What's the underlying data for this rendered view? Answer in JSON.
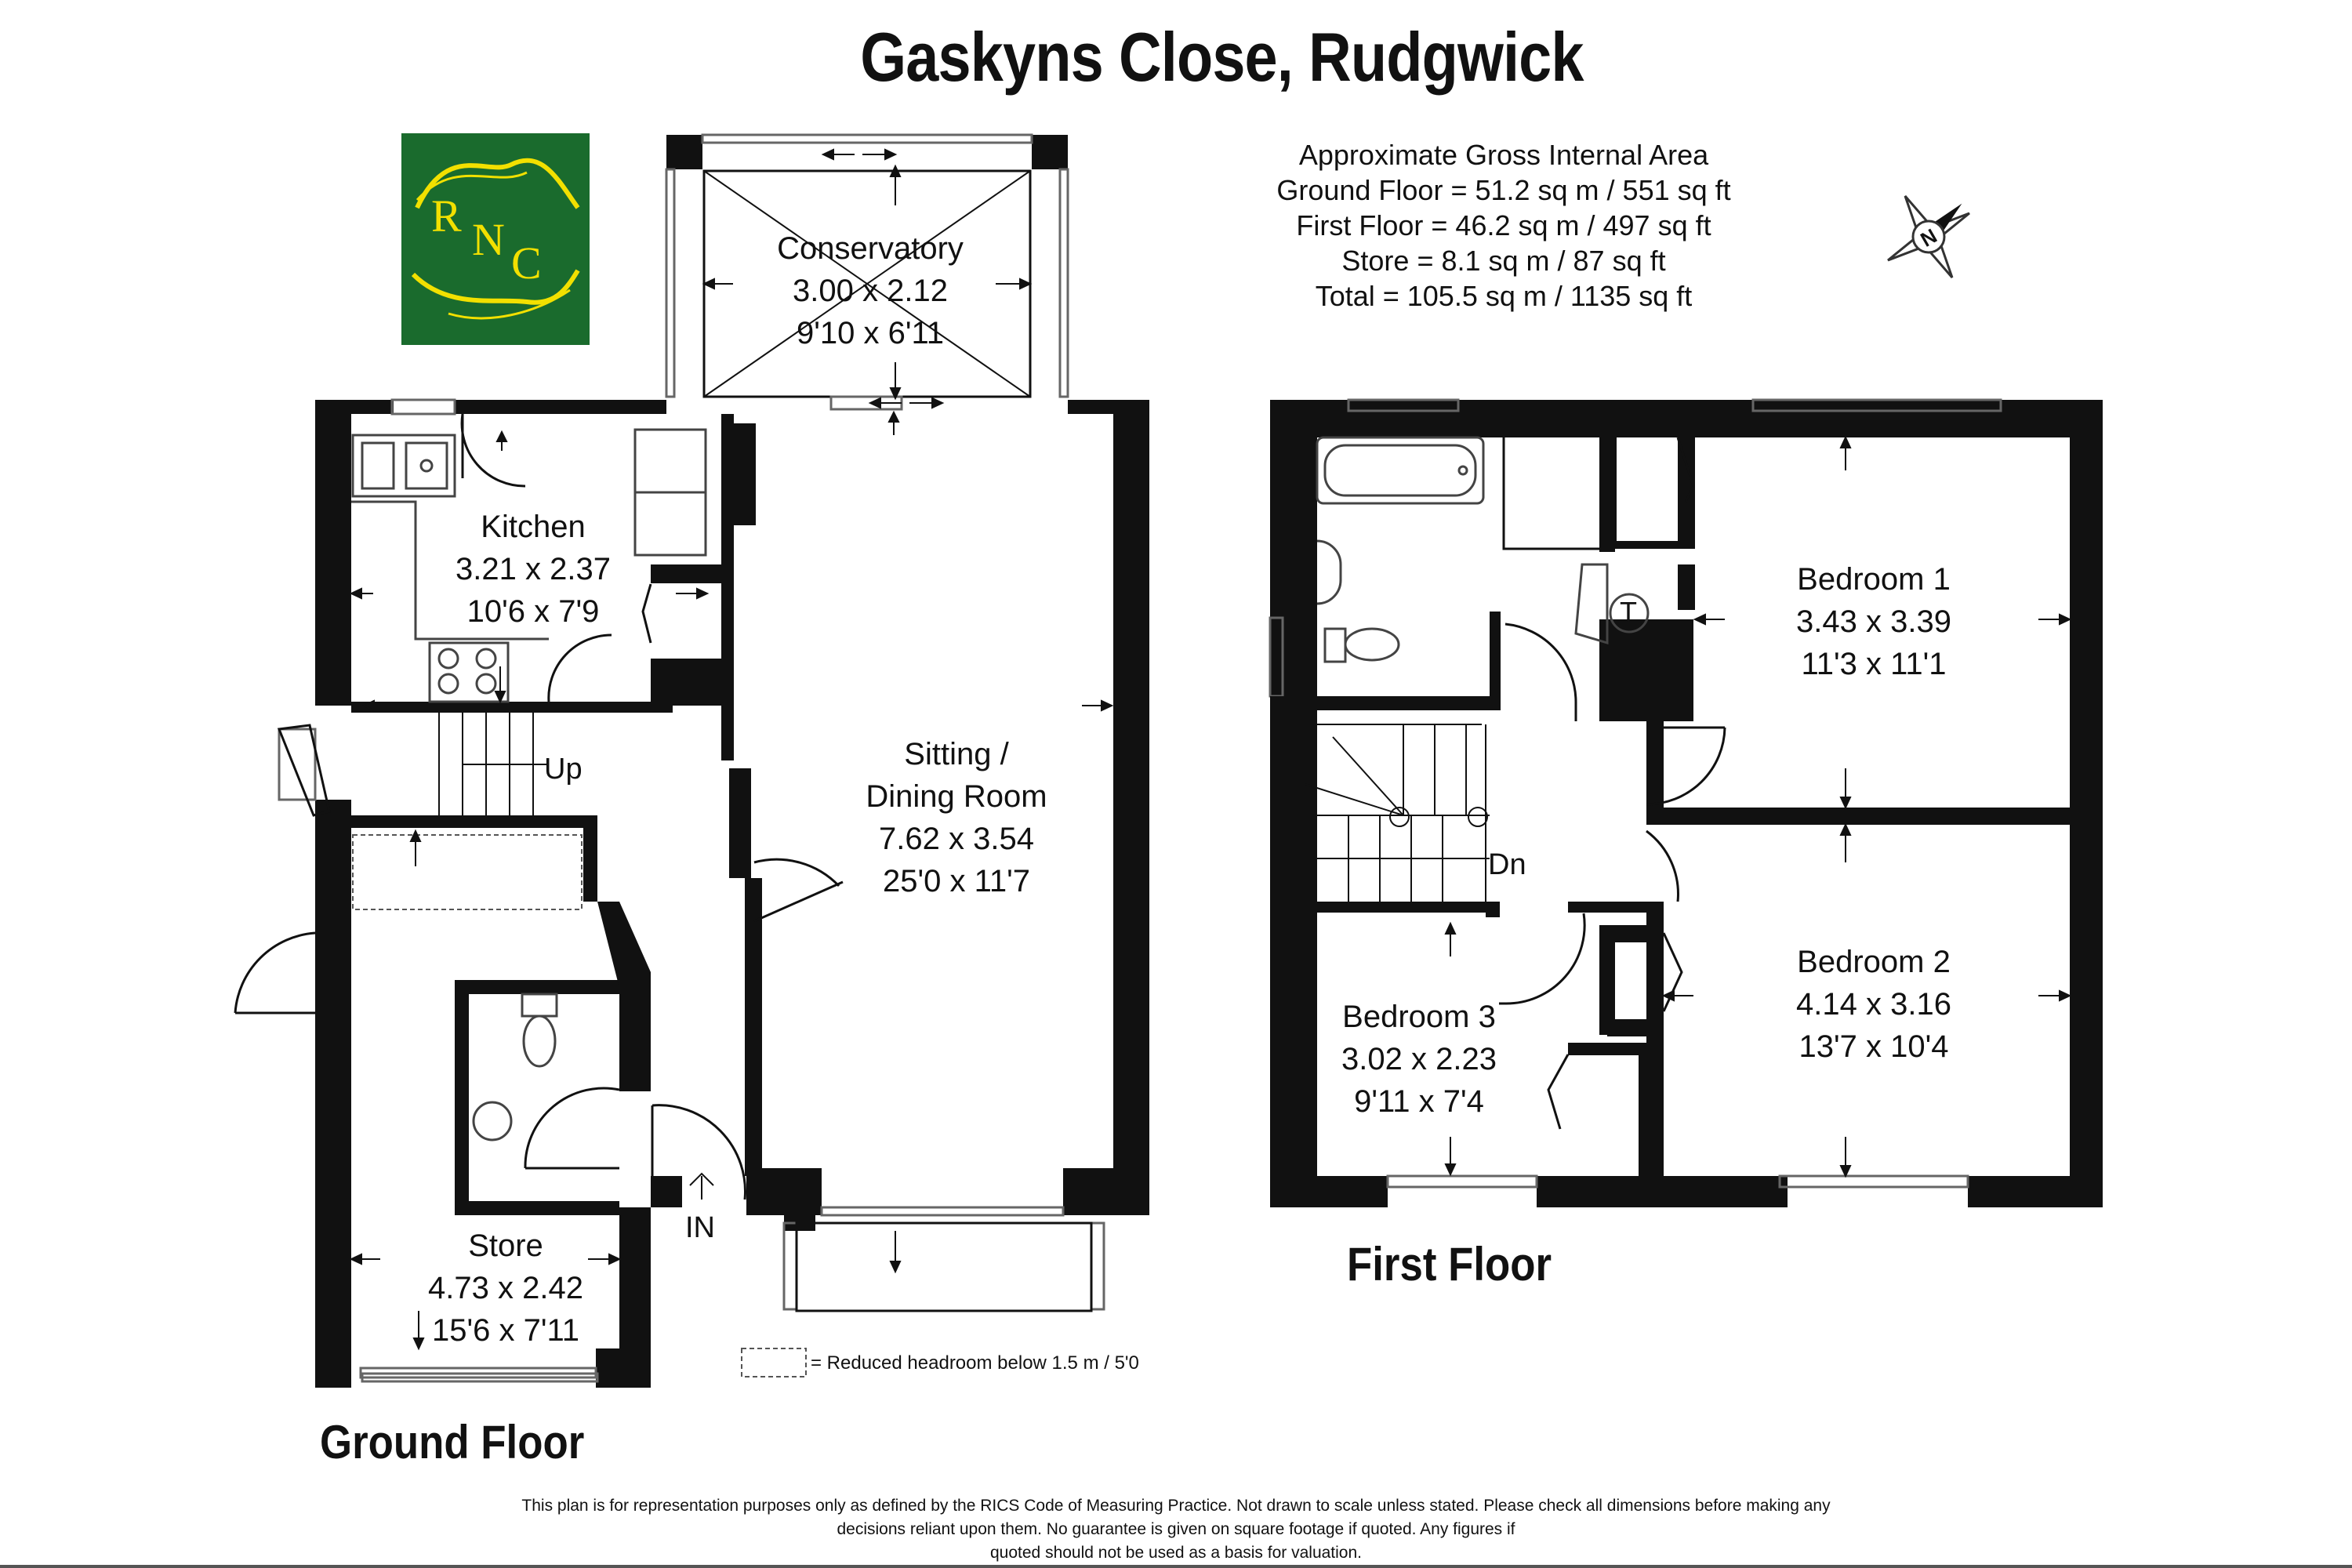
{
  "title": "Gaskyns Close, Rudgwick",
  "logo": {
    "text": "RNC",
    "bg_color": "#1a6b2d",
    "accent_color": "#f2e000"
  },
  "area": {
    "heading": "Approximate Gross Internal Area",
    "ground": "Ground Floor = 51.2 sq m / 551 sq ft",
    "first": "First Floor = 46.2 sq m / 497 sq ft",
    "store": "Store = 8.1 sq m / 87 sq ft",
    "total": "Total = 105.5 sq m / 1135 sq ft"
  },
  "compass": {
    "icon": "north-compass-icon",
    "letter": "N"
  },
  "ground_floor": {
    "label": "Ground Floor",
    "rooms": {
      "conservatory": {
        "name": "Conservatory",
        "metric": "3.00 x 2.12",
        "imperial": "9'10 x 6'11"
      },
      "kitchen": {
        "name": "Kitchen",
        "metric": "3.21 x 2.37",
        "imperial": "10'6 x 7'9"
      },
      "sitting": {
        "name1": "Sitting /",
        "name2": "Dining Room",
        "metric": "7.62 x 3.54",
        "imperial": "25'0 x 11'7"
      },
      "store": {
        "name": "Store",
        "metric": "4.73 x 2.42",
        "imperial": "15'6 x 7'11"
      }
    },
    "stairs_label": "Up",
    "entrance_label": "IN"
  },
  "first_floor": {
    "label": "First Floor",
    "rooms": {
      "bedroom1": {
        "name": "Bedroom 1",
        "metric": "3.43 x 3.39",
        "imperial": "11'3 x 11'1"
      },
      "bedroom2": {
        "name": "Bedroom 2",
        "metric": "4.14 x 3.16",
        "imperial": "13'7 x 10'4"
      },
      "bedroom3": {
        "name": "Bedroom 3",
        "metric": "3.02 x 2.23",
        "imperial": "9'11 x 7'4"
      }
    },
    "stairs_label": "Dn",
    "tank_label": "T"
  },
  "legend": {
    "text": "= Reduced headroom below 1.5 m / 5'0"
  },
  "disclaimer": {
    "line1": "This plan is for representation purposes only as defined by the RICS Code of Measuring Practice. Not drawn to scale unless stated. Please check all dimensions before making any",
    "line2": "decisions reliant upon them. No guarantee is given on square footage if quoted. Any figures if",
    "line3": "quoted should not be used as a basis for valuation."
  },
  "colors": {
    "wall": "#111111",
    "window": "#666666",
    "fixture": "#444444"
  }
}
